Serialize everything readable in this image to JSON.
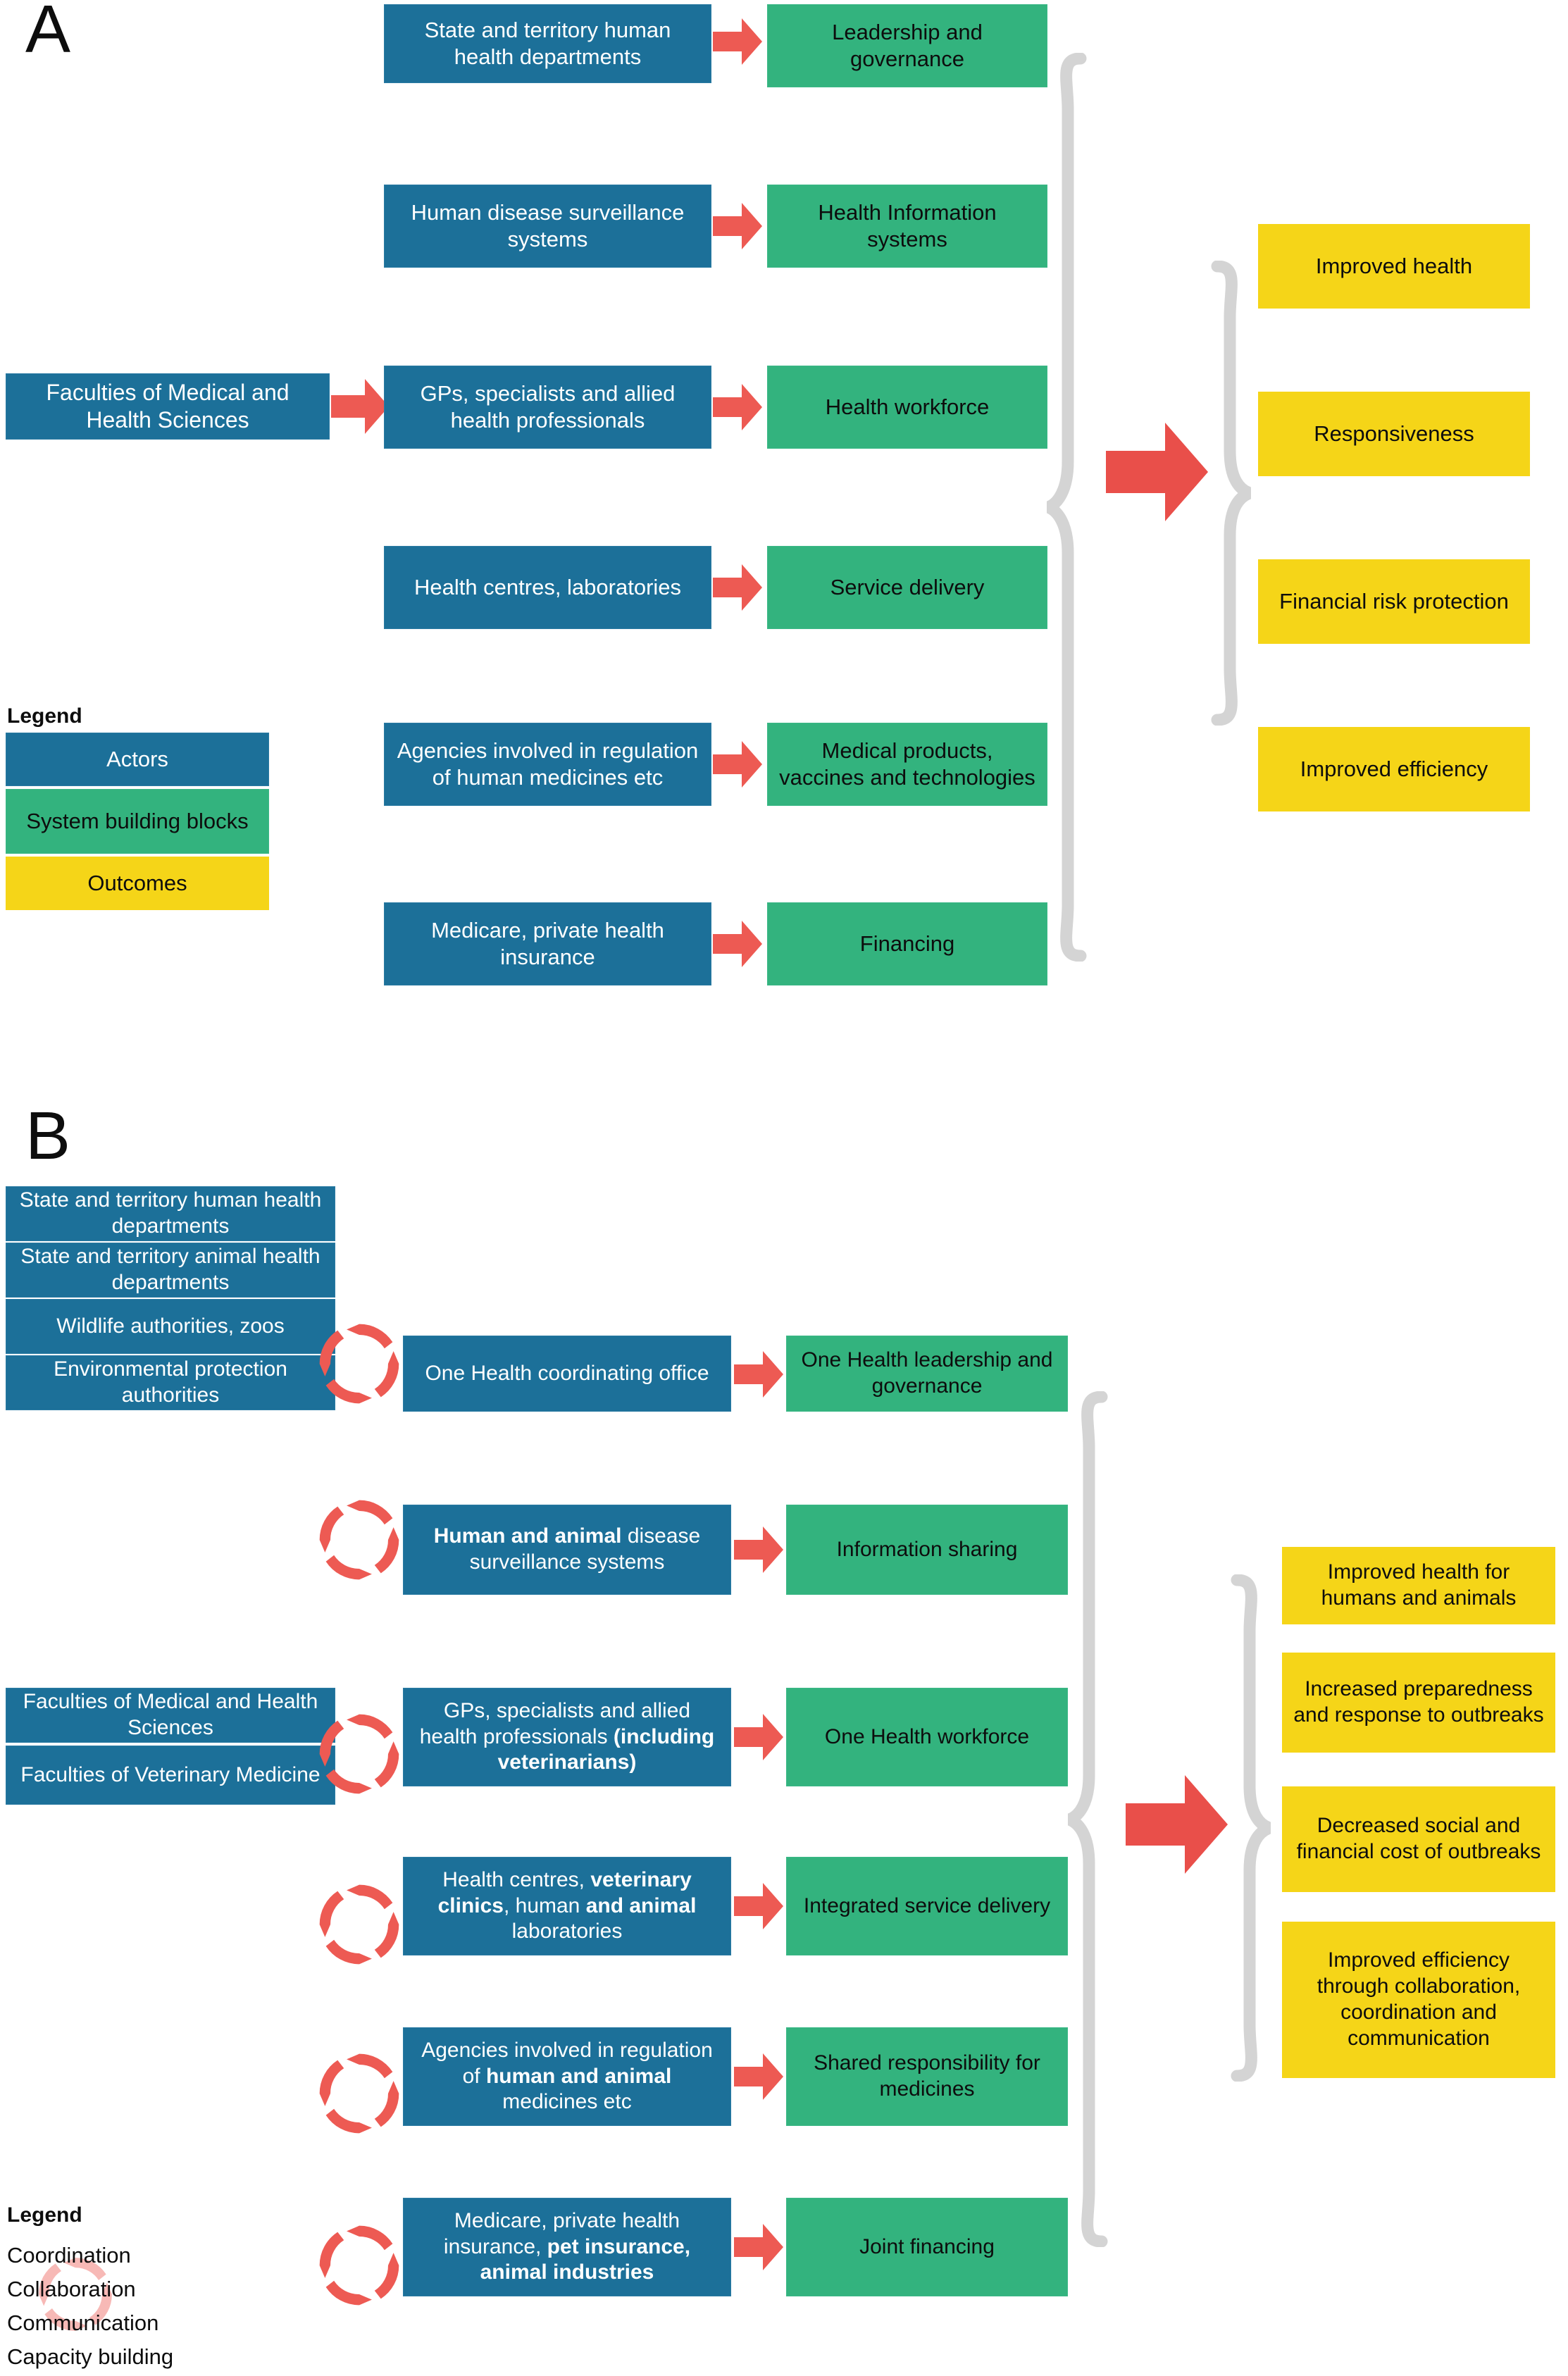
{
  "figure": {
    "panels": [
      {
        "letter": "A",
        "actors_left": [
          {
            "label": "Faculties of Medical and Health Sciences"
          }
        ],
        "actors": [
          {
            "label": "State and territory human health departments"
          },
          {
            "label": "Human disease surveillance systems"
          },
          {
            "label": "GPs, specialists and allied health professionals"
          },
          {
            "label": "Health centres, laboratories"
          },
          {
            "label": "Agencies involved in regulation of human medicines etc"
          },
          {
            "label": "Medicare, private health insurance"
          }
        ],
        "building_blocks": [
          {
            "label": "Leadership and governance"
          },
          {
            "label": "Health Information systems"
          },
          {
            "label": "Health workforce"
          },
          {
            "label": "Service delivery"
          },
          {
            "label": "Medical products, vaccines and technologies"
          },
          {
            "label": "Financing"
          }
        ],
        "outcomes": [
          {
            "label": "Improved health"
          },
          {
            "label": "Responsiveness"
          },
          {
            "label": "Financial risk protection"
          },
          {
            "label": "Improved efficiency"
          }
        ],
        "legend": {
          "title": "Legend",
          "items": [
            {
              "label": "Actors",
              "color": "#1C7099"
            },
            {
              "label": "System building blocks",
              "color": "#33B37E"
            },
            {
              "label": "Outcomes",
              "color": "#F5D518"
            }
          ]
        }
      },
      {
        "letter": "B",
        "actors_left_group_1": [
          {
            "label": "State and territory human health departments"
          },
          {
            "label": "State and territory animal health departments"
          },
          {
            "label": "Wildlife authorities, zoos"
          },
          {
            "label": "Environmental protection authorities"
          }
        ],
        "actors_left_group_2": [
          {
            "label": "Faculties of Medical and Health Sciences"
          },
          {
            "label": "Faculties of  Veterinary Medicine"
          }
        ],
        "actors": [
          {
            "html": "One Health coordinating office"
          },
          {
            "html": "<b>Human and animal</b> disease surveillance systems"
          },
          {
            "html": "GPs, specialists and allied health professionals <b>(including veterinarians)</b>"
          },
          {
            "html": "Health centres, <b>veterinary clinics</b>, human <b>and animal</b> laboratories"
          },
          {
            "html": "Agencies involved in regulation of <b>human and animal</b> medicines etc"
          },
          {
            "html": "Medicare, private health insurance, <b>pet insurance, animal industries</b>"
          }
        ],
        "building_blocks": [
          {
            "label": "One Health leadership and governance"
          },
          {
            "label": "Information sharing"
          },
          {
            "label": "One Health workforce"
          },
          {
            "label": "Integrated service delivery"
          },
          {
            "label": "Shared responsibility for medicines"
          },
          {
            "label": "Joint financing"
          }
        ],
        "outcomes": [
          {
            "label": "Improved health for humans and animals"
          },
          {
            "label": "Increased preparedness and response to outbreaks"
          },
          {
            "label": "Decreased social and financial cost of outbreaks"
          },
          {
            "label": "Improved efficiency through collaboration, coordination and communication"
          }
        ],
        "legend": {
          "title": "Legend",
          "items": [
            {
              "label": "Coordination"
            },
            {
              "label": "Collaboration"
            },
            {
              "label": "Communication"
            },
            {
              "label": "Capacity building"
            }
          ],
          "icon": "cycle-arrows-icon"
        }
      }
    ],
    "colors": {
      "actor_blue": "#1C7099",
      "building_block_green": "#33B37E",
      "outcome_yellow": "#F5D518",
      "arrow_red": "#ED5A53",
      "brace_grey": "#D4D4D4"
    }
  }
}
